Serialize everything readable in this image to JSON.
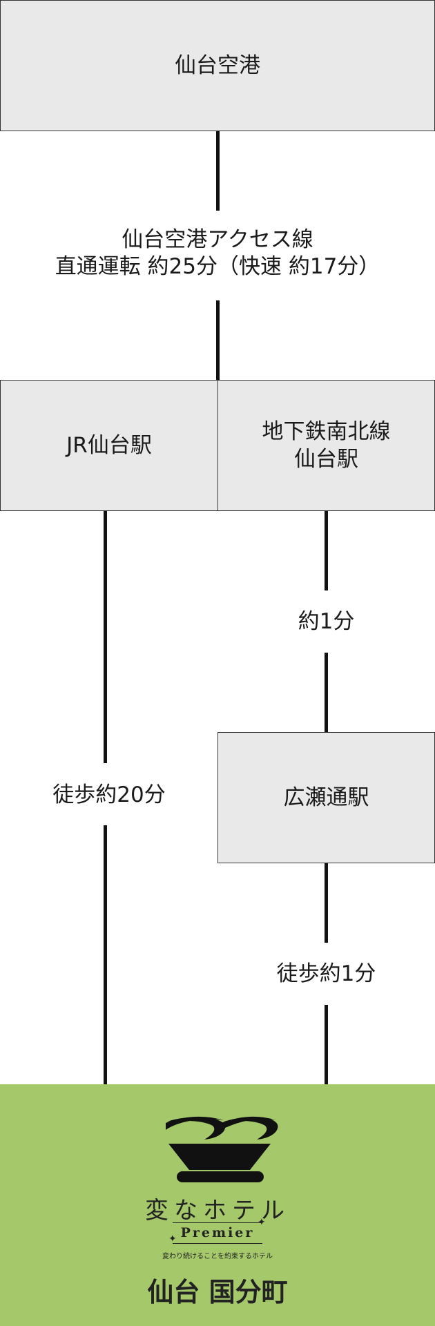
{
  "nodes": {
    "sendai_airport": "仙台空港",
    "jr_sendai": "JR仙台駅",
    "subway_sendai_line1": "地下鉄南北線",
    "subway_sendai_line2": "仙台駅",
    "hirose_dori": "広瀬通駅"
  },
  "edges": {
    "airport_access_line1": "仙台空港アクセス線",
    "airport_access_line2": "直通運転 約25分（快速 約17分）",
    "subway_ride": "約1分",
    "walk_jr": "徒歩約20分",
    "walk_hirose": "徒歩約1分"
  },
  "destination": {
    "logo_name": "変なホテル",
    "logo_sub": "Premier",
    "logo_tagline": "変わり続けることを約束するホテル",
    "hotel_name": "仙台 国分町",
    "background_color": "#a5c96a"
  }
}
